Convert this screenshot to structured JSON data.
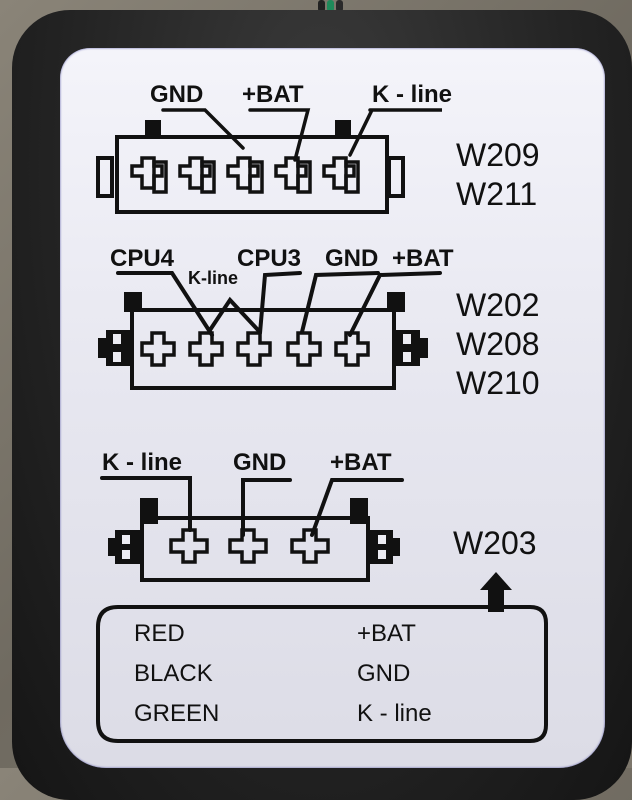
{
  "connectors": [
    {
      "id": "connector-1",
      "models": [
        "W209",
        "W211"
      ],
      "pins": 5,
      "pin_labels": [
        "GND",
        "+BAT",
        "K - line"
      ]
    },
    {
      "id": "connector-2",
      "models": [
        "W202",
        "W208",
        "W210"
      ],
      "pins": 5,
      "pin_labels": [
        "CPU4",
        "K-line",
        "CPU3",
        "GND",
        "+BAT"
      ]
    },
    {
      "id": "connector-3",
      "models": [
        "W203"
      ],
      "pins": 3,
      "pin_labels": [
        "K - line",
        "GND",
        "+BAT"
      ]
    }
  ],
  "wire_legend": {
    "rows": [
      {
        "color": "RED",
        "signal": "+BAT"
      },
      {
        "color": "BLACK",
        "signal": "GND"
      },
      {
        "color": "GREEN",
        "signal": "K - line"
      }
    ]
  },
  "colors": {
    "housing": "#232323",
    "label_bg": "#ececf3",
    "ink": "#111111",
    "wire_green": "#1f8a5a"
  }
}
